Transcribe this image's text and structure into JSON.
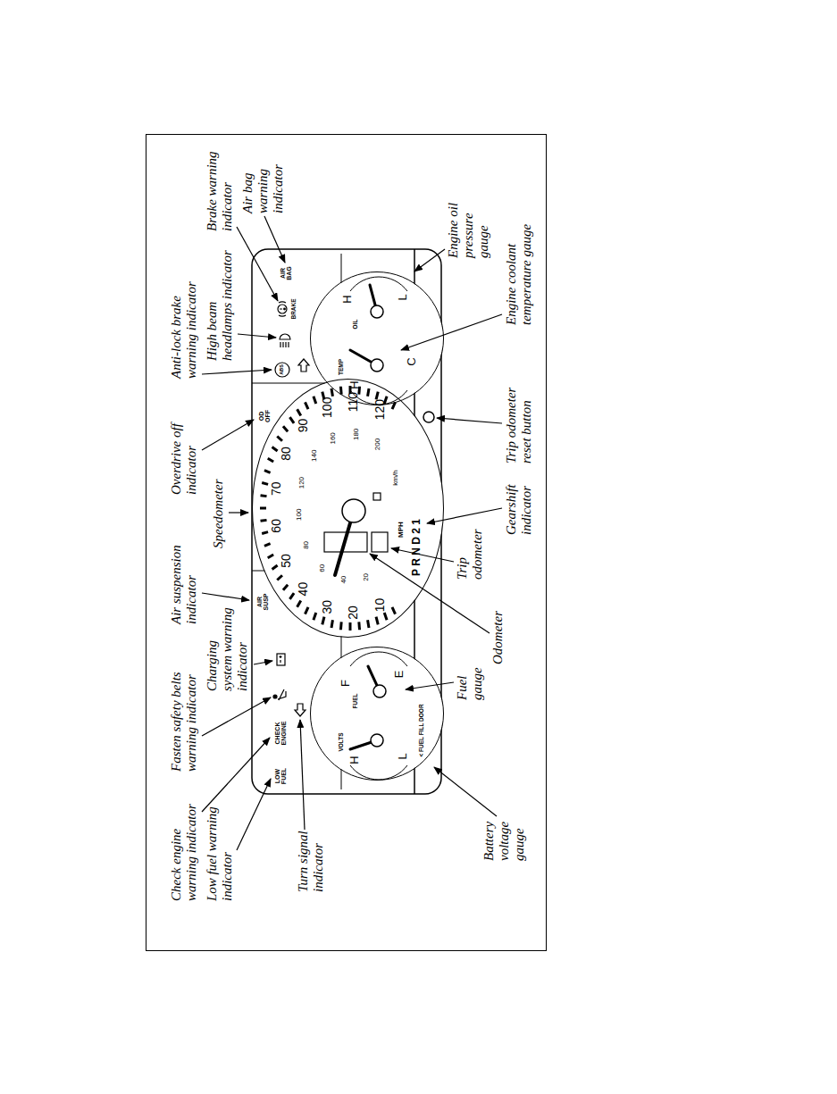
{
  "diagram": {
    "nodes": [
      {
        "text": [
          "H",
          "VOLTS",
          "L",
          "FUEL",
          "F",
          "E",
          "< FUEL FILL DOOR"
        ]
      },
      {
        "text": [
          "10",
          "20",
          "30",
          "40",
          "50",
          "60",
          "70",
          "80",
          "90",
          "100",
          "110",
          "120",
          "20",
          "40",
          "60",
          "80",
          "100",
          "120",
          "140",
          "160",
          "180",
          "200",
          "MPH",
          "km/h",
          "P R N D 2 1"
        ]
      },
      {
        "text": [
          "H",
          "TEMP",
          "C",
          "H",
          "OIL",
          "L"
        ]
      }
    ],
    "labels": [
      "Check engine warning indicator",
      "Low fuel warning indicator",
      "Fasten safety belts warning indicator",
      "Charging system warning indicator",
      "Turn signal indicator",
      "Air suspension indicator",
      "Speedometer",
      "Overdrive off indicator",
      "Anti-lock brake warning indicator",
      "High beam headlamps indicator",
      "Brake warning indicator",
      "Air bag warning indicator",
      "Engine oil pressure gauge",
      "Engine coolant temperature gauge",
      "Trip odometer reset button",
      "Gearshift indicator",
      "Trip odometer",
      "Odometer",
      "Fuel gauge",
      "Battery voltage gauge",
      "LOW FUEL",
      "CHECK ENGINE",
      "AIR SUSP",
      "OD OFF",
      "ABS",
      "BRAKE",
      "AIR BAG"
    ]
  }
}
